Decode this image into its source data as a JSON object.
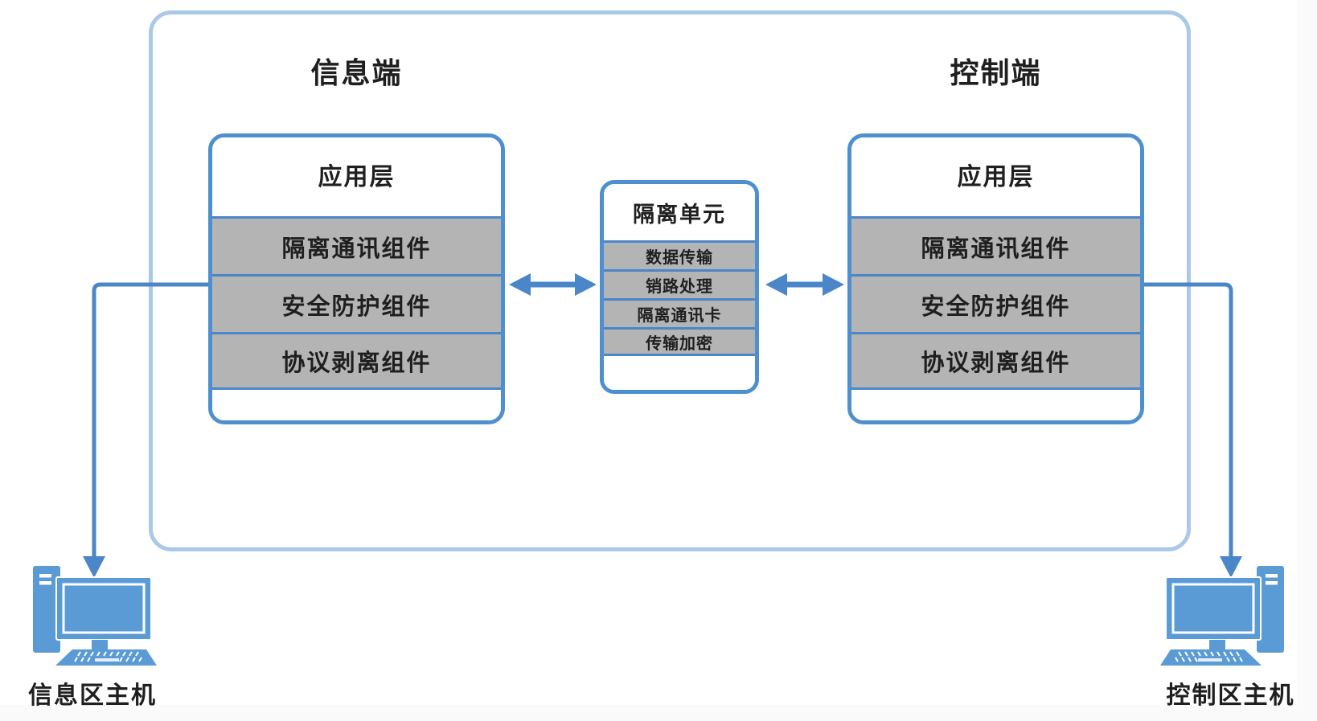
{
  "titles": {
    "info_side": "信息端",
    "control_side": "控制端"
  },
  "info_stack": {
    "header": "应用层",
    "rows": [
      "隔离通讯组件",
      "安全防护组件",
      "协议剥离组件"
    ]
  },
  "isolation_unit": {
    "header": "隔离单元",
    "rows": [
      "数据传输",
      "销路处理",
      "隔离通讯卡",
      "传输加密"
    ]
  },
  "control_stack": {
    "header": "应用层",
    "rows": [
      "隔离通讯组件",
      "安全防护组件",
      "协议剥离组件"
    ]
  },
  "hosts": {
    "info_label": "信息区主机",
    "control_label": "控制区主机"
  },
  "icons": {
    "info_host": "computer-icon",
    "control_host": "computer-icon"
  },
  "colors": {
    "outer_border": "#aac8e8",
    "box_border": "#4e90cf",
    "row_fill": "#b4b4b4",
    "row_separator": "#4a86c8",
    "connector": "#4a86c8",
    "computer": "#5b9bd5",
    "text": "#1f1f1f"
  }
}
